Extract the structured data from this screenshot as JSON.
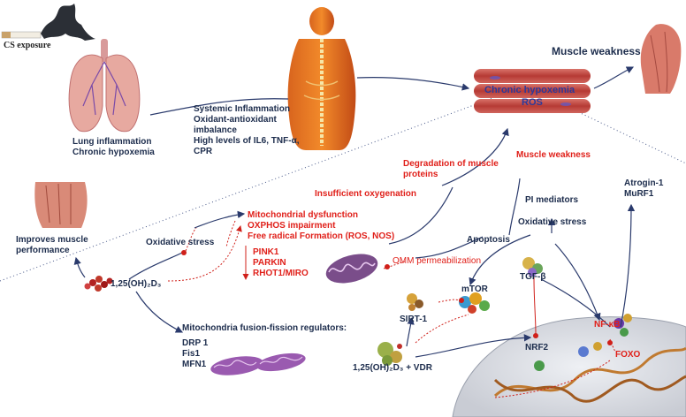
{
  "top": {
    "cs_exposure": "CS exposure",
    "lung_caption": [
      "Lung inflammation",
      "Chronic hypoxemia"
    ],
    "systemic_effects": [
      "Systemic Inflammation",
      "Oxidant-antioxidant",
      "imbalance",
      "High levels of IL6, TNF-α,",
      "CPR"
    ],
    "muscle_box": [
      "Chronic hypoxemia",
      "ROS"
    ],
    "muscle_weakness_title": "Muscle weakness"
  },
  "middle": {
    "degradation": [
      "Degradation of muscle",
      "proteins"
    ],
    "muscle_weakness": "Muscle weakness",
    "insufficient_oxygenation": "Insufficient oxygenation",
    "atrogin": [
      "Atrogin-1",
      "MuRF1"
    ],
    "pi_mediators": "PI mediators",
    "oxidative_stress_right": "Oxidative stress",
    "apoptosis": "Apoptosis",
    "omm": "OMM permeabilization"
  },
  "left": {
    "improves": [
      "Improves muscle",
      "performance"
    ],
    "oxidative_stress": "Oxidative stress",
    "vitd": "1,25(OH)₂D₃",
    "mito_dysfunction": [
      "Mitochondrial dysfunction",
      "OXPHOS impairment",
      "Free radical Formation (ROS, NOS)"
    ],
    "pink_list": [
      "PINK1",
      "PARKIN",
      "RHOT1/MIRO"
    ]
  },
  "bottom": {
    "fusion_title": "Mitochondria fusion-fission regulators:",
    "fusion_list": [
      "DRP 1",
      "Fis1",
      "MFN1"
    ],
    "mtor": "mTOR",
    "sirt": "SIRT-1",
    "tgf": "TGF-β",
    "vdr": "1,25(OH)₂D₃ + VDR",
    "nrf2": "NRF2",
    "nfkb": "NF-κB",
    "foxo": "FOXO"
  }
}
